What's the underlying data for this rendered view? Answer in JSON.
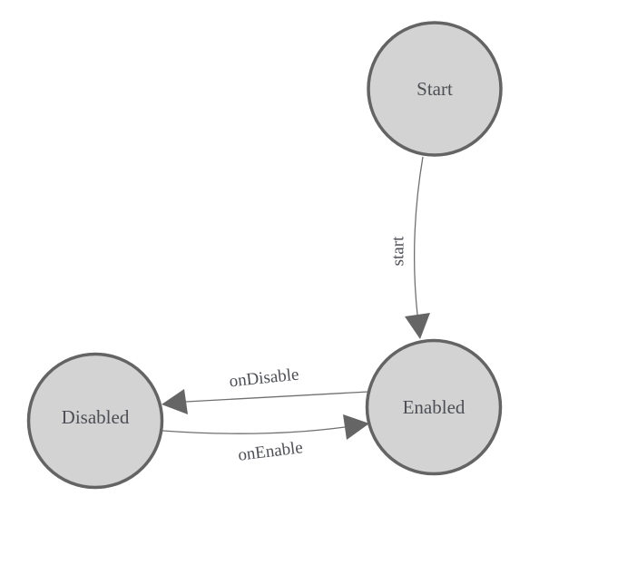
{
  "diagram": {
    "background": "#ffffff",
    "nodes": {
      "start": {
        "label": "Start"
      },
      "enabled": {
        "label": "Enabled"
      },
      "disabled": {
        "label": "Disabled"
      }
    },
    "edges": {
      "start_to_enabled": {
        "from": "Start",
        "to": "Enabled",
        "label": "start"
      },
      "enabled_to_disabled": {
        "from": "Enabled",
        "to": "Disabled",
        "label": "onDisable"
      },
      "disabled_to_enabled": {
        "from": "Disabled",
        "to": "Enabled",
        "label": "onEnable"
      }
    },
    "colors": {
      "node_fill": "#d3d3d3",
      "node_stroke": "#646464",
      "edge_stroke": "#707070",
      "arrow_fill": "#656565",
      "text": "#4d4f55"
    }
  }
}
